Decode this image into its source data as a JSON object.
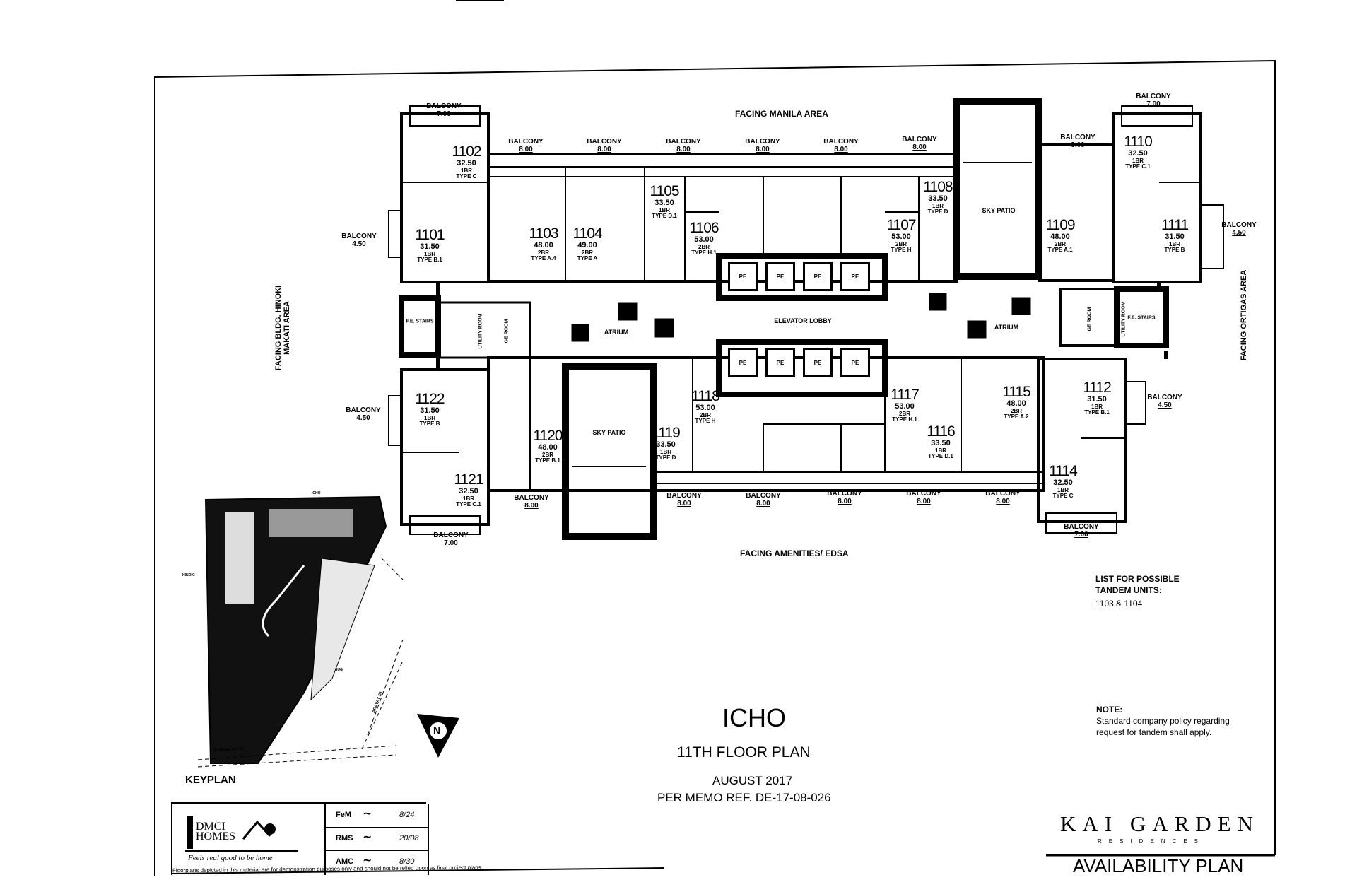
{
  "orientation": {
    "north": "FACING MANILA AREA",
    "south": "FACING AMENITIES/ EDSA",
    "west_line1": "FACING BLDG. HINOKI",
    "west_line2": "MAKATI AREA",
    "east": "FACING ORTIGAS AREA"
  },
  "common_areas": {
    "elevator_lobby": "ELEVATOR LOBBY",
    "atrium": "ATRIUM",
    "sky_patio": "SKY PATIO",
    "pe": "PE",
    "fe_stairs": "F.E. STAIRS",
    "utility_room": "UTILITY ROOM",
    "ge_room": "GE ROOM"
  },
  "balcony_label": "BALCONY",
  "balconies": [
    "7.00",
    "8.00",
    "8.00",
    "8.00",
    "8.00",
    "8.00",
    "8.00",
    "8.00",
    "7.00",
    "4.50",
    "4.50",
    "4.50",
    "8.00",
    "8.00",
    "8.00",
    "8.00",
    "8.00",
    "8.00",
    "7.00",
    "7.00",
    "4.50"
  ],
  "units": [
    {
      "number": "1101",
      "area": "31.50",
      "bedrooms": "1BR",
      "type": "TYPE B.1"
    },
    {
      "number": "1102",
      "area": "32.50",
      "bedrooms": "1BR",
      "type": "TYPE C"
    },
    {
      "number": "1103",
      "area": "48.00",
      "bedrooms": "2BR",
      "type": "TYPE A.4"
    },
    {
      "number": "1104",
      "area": "49.00",
      "bedrooms": "2BR",
      "type": "TYPE A"
    },
    {
      "number": "1105",
      "area": "33.50",
      "bedrooms": "1BR",
      "type": "TYPE D.1"
    },
    {
      "number": "1106",
      "area": "53.00",
      "bedrooms": "2BR",
      "type": "TYPE H.1"
    },
    {
      "number": "1107",
      "area": "53.00",
      "bedrooms": "2BR",
      "type": "TYPE H"
    },
    {
      "number": "1108",
      "area": "33.50",
      "bedrooms": "1BR",
      "type": "TYPE D"
    },
    {
      "number": "1109",
      "area": "48.00",
      "bedrooms": "2BR",
      "type": "TYPE A.1"
    },
    {
      "number": "1110",
      "area": "32.50",
      "bedrooms": "1BR",
      "type": "TYPE C.1"
    },
    {
      "number": "1111",
      "area": "31.50",
      "bedrooms": "1BR",
      "type": "TYPE B"
    },
    {
      "number": "1112",
      "area": "31.50",
      "bedrooms": "1BR",
      "type": "TYPE B.1"
    },
    {
      "number": "1114",
      "area": "32.50",
      "bedrooms": "1BR",
      "type": "TYPE C"
    },
    {
      "number": "1115",
      "area": "48.00",
      "bedrooms": "2BR",
      "type": "TYPE A.2"
    },
    {
      "number": "1116",
      "area": "33.50",
      "bedrooms": "1BR",
      "type": "TYPE D.1"
    },
    {
      "number": "1117",
      "area": "53.00",
      "bedrooms": "2BR",
      "type": "TYPE H.1"
    },
    {
      "number": "1118",
      "area": "53.00",
      "bedrooms": "2BR",
      "type": "TYPE H"
    },
    {
      "number": "1119",
      "area": "33.50",
      "bedrooms": "1BR",
      "type": "TYPE D"
    },
    {
      "number": "1120",
      "area": "48.00",
      "bedrooms": "2BR",
      "type": "TYPE B.1"
    },
    {
      "number": "1121",
      "area": "32.50",
      "bedrooms": "1BR",
      "type": "TYPE C.1"
    },
    {
      "number": "1122",
      "area": "31.50",
      "bedrooms": "1BR",
      "type": "TYPE B"
    }
  ],
  "keyplan": {
    "title": "KEYPLAN",
    "labels": {
      "icho": "ICHO",
      "hinoki": "HINOKI",
      "sugi": "SUGI",
      "arayat": "ARAYAT ST.",
      "dangalan": "DANGALAN ST."
    },
    "north_letter": "N"
  },
  "title_block": {
    "building": "ICHO",
    "floor": "11TH FLOOR PLAN",
    "date": "AUGUST 2017",
    "memo": "PER MEMO REF. DE-17-08-026"
  },
  "tandem": {
    "heading_line1": "LIST FOR POSSIBLE",
    "heading_line2": "TANDEM UNITS:",
    "units": "1103 & 1104"
  },
  "note": {
    "heading": "NOTE:",
    "line1": "Standard company policy regarding",
    "line2": "request for tandem shall apply."
  },
  "brand": {
    "developer_line1": "DMCI",
    "developer_line2": "HOMES",
    "tagline": "Feels real good to be home",
    "project_name": "KAI GARDEN",
    "project_sub": "RESIDENCES",
    "plan_type": "AVAILABILITY PLAN"
  },
  "approvals": [
    {
      "initials": "FeM",
      "date": "8/24"
    },
    {
      "initials": "RMS",
      "date": "20/08"
    },
    {
      "initials": "AMC",
      "date": "8/30"
    }
  ],
  "disclaimer": "Floorplans depicted in this material are for demonstration purposes only and should not be relied upon as final project plans."
}
